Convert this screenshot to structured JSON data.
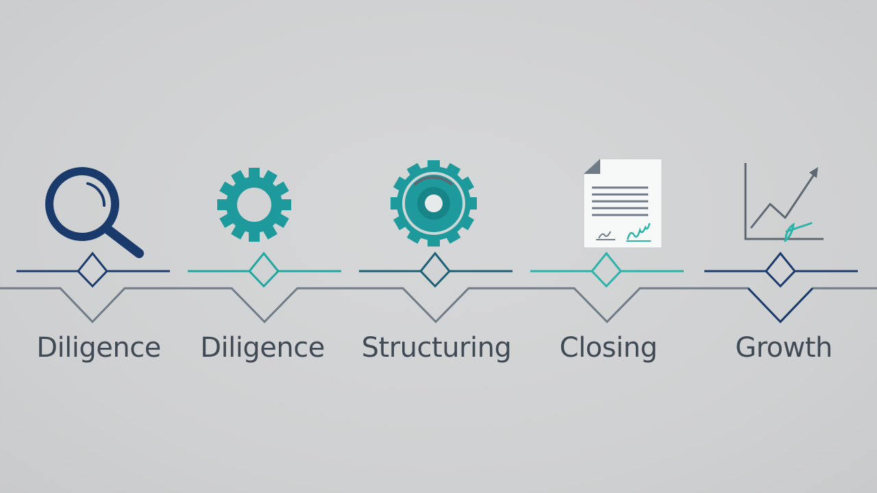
{
  "stages": [
    {
      "label": "Diligence",
      "icon": "magnifying-glass-icon",
      "color": "#1a3a6b"
    },
    {
      "label": "Diligence",
      "icon": "gear-icon",
      "color": "#1e9a9c"
    },
    {
      "label": "Structuring",
      "icon": "target-gear-icon",
      "color": "#1e9a9c"
    },
    {
      "label": "Closing",
      "icon": "signed-document-icon",
      "color": "#2ab3a9"
    },
    {
      "label": "Growth",
      "icon": "growth-chart-icon",
      "color": "#1a3a6b"
    }
  ],
  "colors": {
    "navy": "#1a3a6b",
    "teal": "#1e9a9c",
    "light_teal": "#2ab3a9",
    "gray_line": "#6f7b86",
    "text": "#3f4a55",
    "background": "#d2d3d4"
  }
}
